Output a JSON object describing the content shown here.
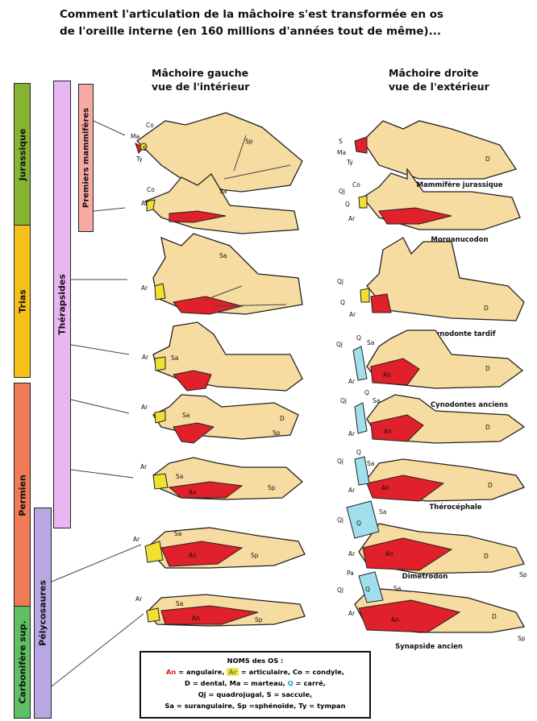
{
  "title": {
    "line1": "Comment l'articulation de la mâchoire s'est transformée en os",
    "line2": "de l'oreille interne (en 160 millions d'années tout de même)..."
  },
  "columns": {
    "left_line1": "Mâchoire gauche",
    "left_line2": "vue de l'intérieur",
    "right_line1": "Mâchoire droite",
    "right_line2": "vue de l'extérieur"
  },
  "periods": [
    {
      "label": "Jurassique",
      "color": "#84b432"
    },
    {
      "label": "Trias",
      "color": "#f6c21a"
    },
    {
      "label": "Permien",
      "color": "#ef7a55"
    },
    {
      "label": "Carbonifère sup.",
      "color": "#5fc063"
    }
  ],
  "groups": [
    {
      "label": "Thérapsides",
      "color": "#e8b7f2"
    },
    {
      "label": "Pélycosaures",
      "color": "#b9a6e2"
    },
    {
      "label": "Premiers mammifères",
      "color": "#f6aaa3"
    }
  ],
  "species": [
    "Mammifère jurassique",
    "Morganucodon",
    "Cynodonte tardif",
    "Cynodontes anciens",
    "Thérocéphale",
    "Dimetrodon",
    "Synapside ancien"
  ],
  "bone_labels": {
    "an": "An",
    "ar": "Ar",
    "co": "Co",
    "d": "D",
    "ma": "Ma",
    "q": "Q",
    "qj": "Qj",
    "s": "S",
    "sa": "Sa",
    "sp": "Sp",
    "ty": "Ty",
    "pa": "Pa"
  },
  "legend": {
    "title": "NOMS des OS :",
    "line1_an": "An",
    "line1_an_text": " = angulaire, ",
    "line1_ar": "Ar",
    "line1_rest": " = articulaire, Co = condyle,",
    "line2_a": "D = dental,    Ma = marteau,  ",
    "line2_q": "Q",
    "line2_b": " = carré,",
    "line3": "Qj = quadrojugal,    S = saccule,",
    "line4": "Sa = surangulaire, Sp =sphénoïde, Ty = tympan"
  },
  "colors": {
    "bone_base": "#f6dca0",
    "angular": "#e0202a",
    "articular": "#f0e030",
    "quadrate": "#9fe0ec",
    "outline": "#222222"
  }
}
